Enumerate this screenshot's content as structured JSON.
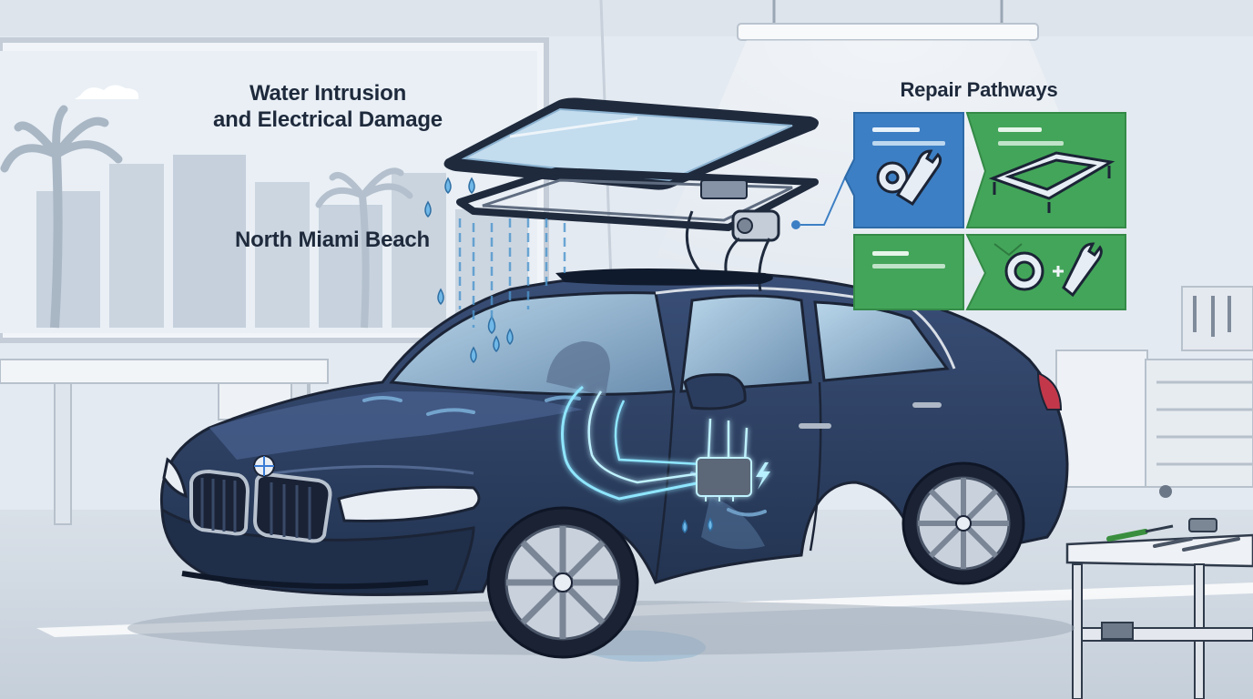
{
  "illustration": {
    "title_line1": "Water Intrusion",
    "title_line2": "and Electrical Damage",
    "location": "North Miami Beach",
    "panel_title": "Repair Pathways"
  },
  "repair_pathways": {
    "cards": [
      {
        "position": "top-left",
        "icon": "gear-wrench-icon",
        "color": "#3d7fc4"
      },
      {
        "position": "top-right",
        "icon": "sunroof-frame-icon",
        "color": "#43a559"
      },
      {
        "position": "bottom-left",
        "icon": "text-lines-icon",
        "color": "#43a559"
      },
      {
        "position": "bottom-right",
        "icon": "seal-ring-plus-wrench-icon",
        "color": "#43a559"
      }
    ]
  },
  "colors": {
    "car_body": "#2a3c5f",
    "water": "#6fb8e8",
    "electric_glow": "#8fe6ff",
    "blue_card": "#3d7fc4",
    "green_card": "#43a559",
    "outline": "#1b2436"
  }
}
